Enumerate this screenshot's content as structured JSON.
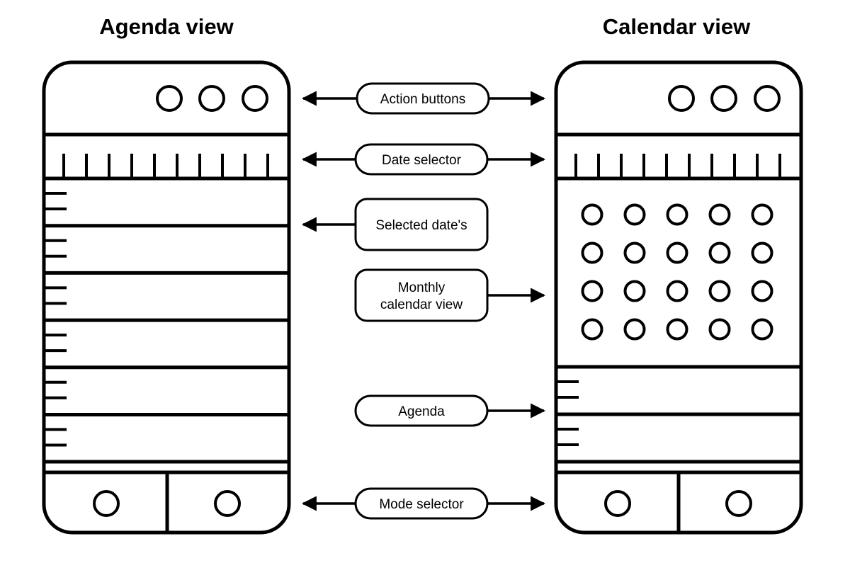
{
  "titles": {
    "agenda_view": "Agenda view",
    "calendar_view": "Calendar view"
  },
  "labels": [
    {
      "id": "action-buttons",
      "lines": [
        "Action buttons"
      ],
      "arrows": "both"
    },
    {
      "id": "date-selector",
      "lines": [
        "Date selector"
      ],
      "arrows": "both"
    },
    {
      "id": "selected-dates",
      "lines": [
        "Selected date's"
      ],
      "arrows": "left"
    },
    {
      "id": "monthly-calendar-view",
      "lines": [
        "Monthly",
        "calendar view"
      ],
      "arrows": "right"
    },
    {
      "id": "agenda",
      "lines": [
        "Agenda"
      ],
      "arrows": "right"
    },
    {
      "id": "mode-selector",
      "lines": [
        "Mode selector"
      ],
      "arrows": "both"
    }
  ],
  "agenda_phone": {
    "action_button_count": 3,
    "date_tick_count": 10,
    "agenda_row_count": 6,
    "mode_button_count": 2
  },
  "calendar_phone": {
    "action_button_count": 3,
    "date_tick_count": 10,
    "calendar_rows": 4,
    "calendar_cols": 5,
    "agenda_row_count": 2,
    "mode_button_count": 2
  },
  "colors": {
    "stroke": "#000000",
    "background": "#ffffff"
  }
}
